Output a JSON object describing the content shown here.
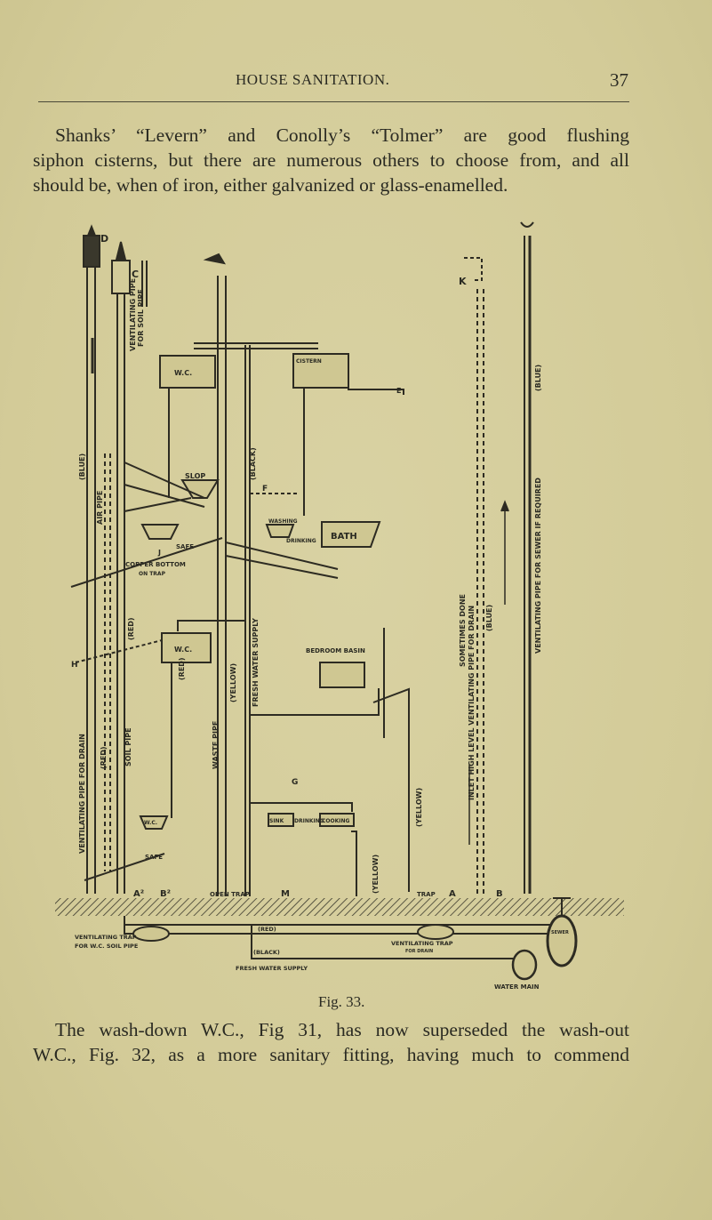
{
  "header": {
    "title": "HOUSE SANITATION.",
    "page_number": "37"
  },
  "paragraph_top": [
    "Shanks’ “Levern” and Conolly’s “Tolmer” are good flushing",
    "siphon cisterns, but there are numerous others to choose from, and all",
    "should be, when of iron, either galvanized or glass-enamelled."
  ],
  "figure": {
    "caption": "Fig. 33.",
    "labels": {
      "d": "D",
      "c": "C",
      "k": "K",
      "e": "E",
      "f": "F",
      "g": "G",
      "h": "H",
      "j": "J",
      "m": "M",
      "a2": "A²",
      "b2": "B²",
      "a": "A",
      "b": "B",
      "vent_soil_1": "VENTILATING PIPE",
      "vent_soil_2": "FOR SOIL PIPE",
      "blue_left": "(BLUE)",
      "air_pipe": "AIR PIPE",
      "vent_drain_left": "VENTILATING PIPE FOR DRAIN",
      "red_1": "(RED)",
      "red_2": "(RED)",
      "red_3": "(RED)",
      "soil_pipe": "SOIL PIPE",
      "wc_upper": "W.C.",
      "wc_middle": "W.C.",
      "wc_lower": "W.C.",
      "cistern": "CISTERN",
      "slop": "SLOP",
      "safe_upper": "SAFE",
      "safe_lower": "SAFE",
      "copper_1": "COPPER BOTTOM",
      "copper_2": "ON TRAP",
      "black_vertical": "(BLACK)",
      "yellow_1": "(YELLOW)",
      "yellow_2": "(YELLOW)",
      "yellow_3": "(YELLOW)",
      "fresh_water_vertical": "FRESH WATER SUPPLY",
      "waste_pipe": "WASTE PIPE",
      "washing": "WASHING",
      "drinking_upper": "DRINKING",
      "bath": "BATH",
      "bedroom_basin": "BEDROOM BASIN",
      "sink": "SINK",
      "drinking_lower": "DRINKING",
      "cooking": "COOKING",
      "sometimes_done": "SOMETIMES DONE",
      "inlet_vent": "INLET HIGH LEVEL VENTILATING PIPE FOR DRAIN",
      "blue_inlet": "(BLUE)",
      "blue_right": "(BLUE)",
      "vent_sewer": "VENTILATING PIPE FOR SEWER IF REQUIRED",
      "open_trap": "OPEN TRAP",
      "trap": "TRAP",
      "vent_trap_wc_1": "VENTILATING TRAP",
      "vent_trap_wc_2": "FOR W.C. SOIL PIPE",
      "red_bottom": "(RED)",
      "black_bottom": "(BLACK)",
      "fresh_water_bottom": "FRESH WATER SUPPLY",
      "vent_trap_drain_1": "VENTILATING TRAP",
      "vent_trap_drain_2": "FOR DRAIN",
      "sewer": "SEWER",
      "water_main": "WATER MAIN"
    }
  },
  "paragraph_bottom": [
    "The wash-down W.C., Fig 31, has now superseded the wash-out",
    "W.C., Fig. 32, as a more sanitary fitting, having much to commend"
  ]
}
